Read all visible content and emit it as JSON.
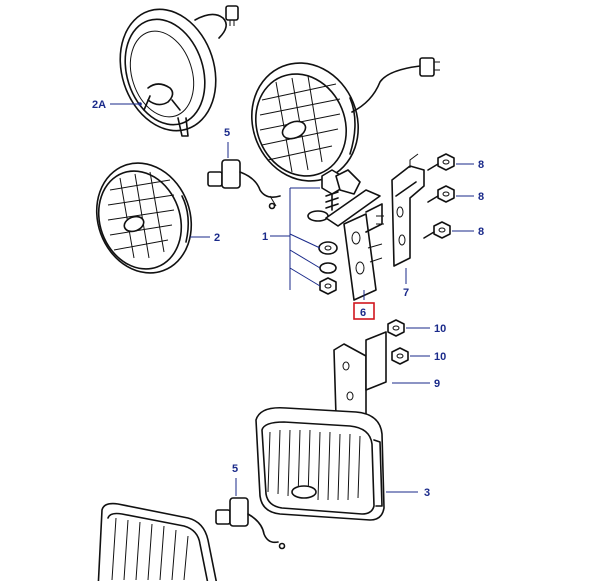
{
  "callouts": {
    "c2A": "2A",
    "c5a": "5",
    "c2": "2",
    "c1": "1",
    "c8a": "8",
    "c8b": "8",
    "c8c": "8",
    "c7": "7",
    "c6": "6",
    "c10a": "10",
    "c10b": "10",
    "c9": "9",
    "c5b": "5",
    "c3": "3"
  },
  "colors": {
    "line": "#111111",
    "callout": "#1a2a8a",
    "highlight": "#d0161e"
  }
}
